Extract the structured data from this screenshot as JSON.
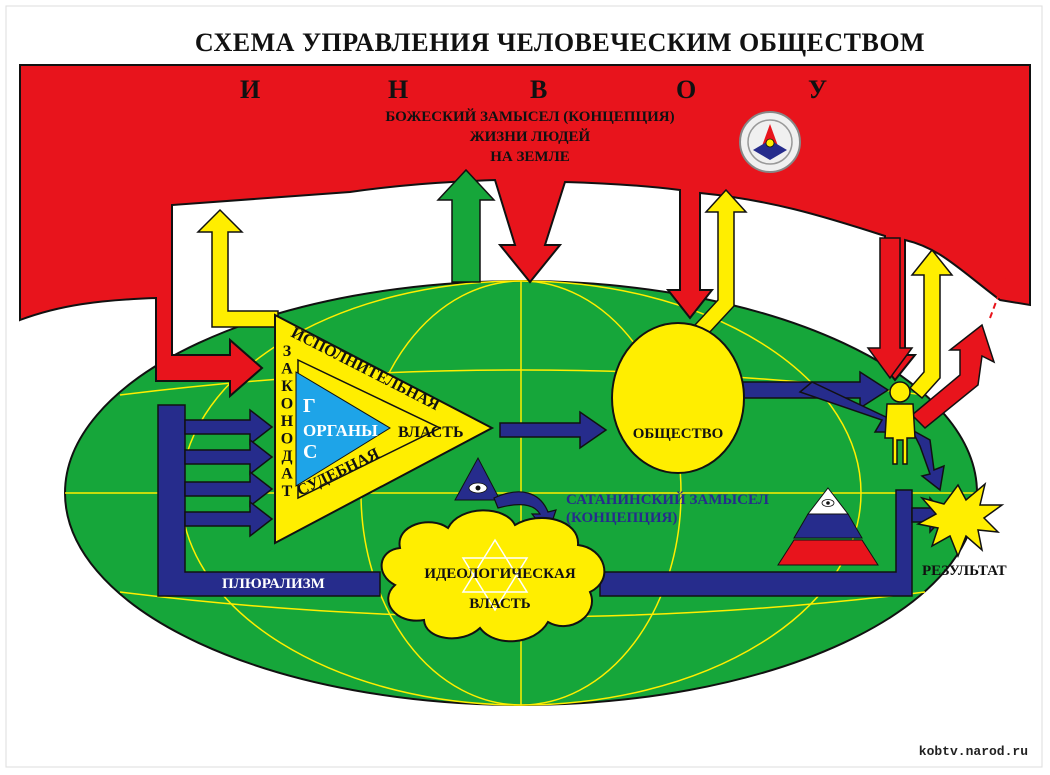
{
  "title": "СХЕМА УПРАВЛЕНИЯ ЧЕЛОВЕЧЕСКИМ ОБЩЕСТВОМ",
  "invou_letters": [
    "И",
    "Н",
    "В",
    "О",
    "У"
  ],
  "divine": {
    "line1": "БОЖЕСКИЙ ЗАМЫСЕЛ (КОНЦЕПЦИЯ)",
    "line2": "ЖИЗНИ ЛЮДЕЙ",
    "line3": "НА ЗЕМЛЕ"
  },
  "triangle": {
    "executive": "ИСПОЛНИТЕЛЬНАЯ",
    "power": "ВЛАСТЬ",
    "legislative": "ЗАКОНОДАТ",
    "judicial": "СУДЕБНАЯ",
    "gos_g": "Г",
    "gos_s": "С",
    "organs": "ОРГАНЫ"
  },
  "society": "ОБЩЕСТВО",
  "satanic": {
    "line1": "САТАНИНСКИЙ ЗАМЫСЕЛ",
    "line2": "(КОНЦЕПЦИЯ)"
  },
  "ideological": {
    "line1": "ИДЕОЛОГИЧЕСКАЯ",
    "line2": "ВЛАСТЬ"
  },
  "pluralism": "ПЛЮРАЛИЗМ",
  "result": "РЕЗУЛЬТАТ",
  "watermark": "kobtv.narod.ru",
  "colors": {
    "red": "#e8141c",
    "green": "#16a63a",
    "yellow": "#ffee00",
    "blue": "#262c8c",
    "cyan": "#1ea4e8",
    "black": "#111111"
  }
}
